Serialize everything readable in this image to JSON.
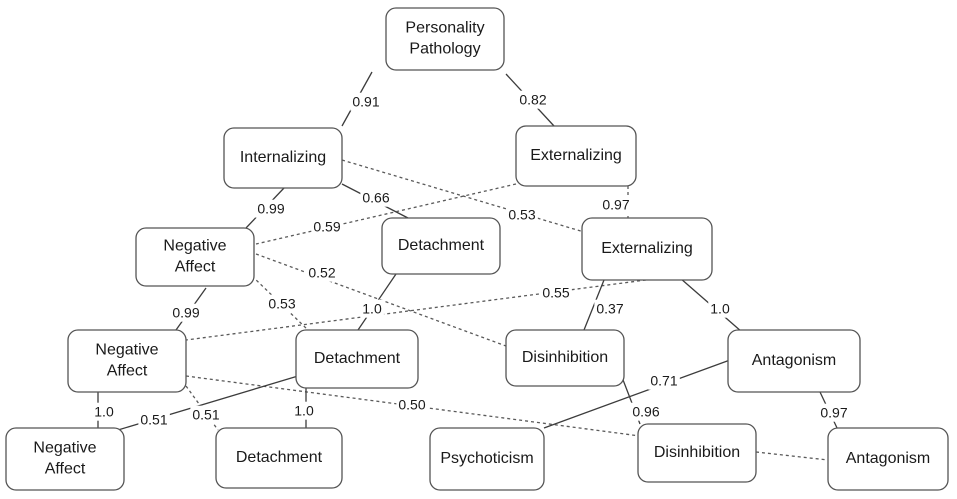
{
  "nodes": [
    {
      "id": "pp",
      "lines": [
        "Personality",
        "Pathology"
      ]
    },
    {
      "id": "int1",
      "lines": [
        "Internalizing"
      ]
    },
    {
      "id": "ext1",
      "lines": [
        "Externalizing"
      ]
    },
    {
      "id": "na2",
      "lines": [
        "Negative",
        "Affect"
      ]
    },
    {
      "id": "det2",
      "lines": [
        "Detachment"
      ]
    },
    {
      "id": "ext2",
      "lines": [
        "Externalizing"
      ]
    },
    {
      "id": "na3",
      "lines": [
        "Negative",
        "Affect"
      ]
    },
    {
      "id": "det3",
      "lines": [
        "Detachment"
      ]
    },
    {
      "id": "dis3",
      "lines": [
        "Disinhibition"
      ]
    },
    {
      "id": "ant3",
      "lines": [
        "Antagonism"
      ]
    },
    {
      "id": "na4",
      "lines": [
        "Negative",
        "Affect"
      ]
    },
    {
      "id": "det4",
      "lines": [
        "Detachment"
      ]
    },
    {
      "id": "psy4",
      "lines": [
        "Psychoticism"
      ]
    },
    {
      "id": "dis4",
      "lines": [
        "Disinhibition"
      ]
    },
    {
      "id": "ant4",
      "lines": [
        "Antagonism"
      ]
    }
  ],
  "edges": [
    {
      "from": "pp",
      "to": "int1",
      "style": "solid",
      "label": "0.91"
    },
    {
      "from": "pp",
      "to": "ext1",
      "style": "solid",
      "label": "0.82"
    },
    {
      "from": "int1",
      "to": "na2",
      "style": "solid",
      "label": "0.99"
    },
    {
      "from": "int1",
      "to": "det2",
      "style": "solid",
      "label": "0.66"
    },
    {
      "from": "int1",
      "to": "ext2",
      "style": "dashed",
      "label": "0.53"
    },
    {
      "from": "ext1",
      "to": "na2",
      "style": "dashed",
      "label": "0.59"
    },
    {
      "from": "ext1",
      "to": "ext2",
      "style": "dashed",
      "label": "0.97"
    },
    {
      "from": "na2",
      "to": "na3",
      "style": "solid",
      "label": "0.99"
    },
    {
      "from": "na2",
      "to": "det3",
      "style": "dashed",
      "label": "0.53"
    },
    {
      "from": "na2",
      "to": "dis3",
      "style": "dashed",
      "label": "0.52"
    },
    {
      "from": "det2",
      "to": "det3",
      "style": "solid",
      "label": "1.0"
    },
    {
      "from": "ext2",
      "to": "na3",
      "style": "dashed",
      "label": "0.55"
    },
    {
      "from": "ext2",
      "to": "dis3",
      "style": "solid",
      "label": "0.37"
    },
    {
      "from": "ext2",
      "to": "ant3",
      "style": "solid",
      "label": "1.0"
    },
    {
      "from": "na3",
      "to": "na4",
      "style": "solid",
      "label": "1.0"
    },
    {
      "from": "na3",
      "to": "det4",
      "style": "dashed",
      "label": "0.51"
    },
    {
      "from": "na3",
      "to": "dis4",
      "style": "dashed",
      "label": "0.50"
    },
    {
      "from": "det3",
      "to": "na4",
      "style": "solid",
      "label": "0.51"
    },
    {
      "from": "det3",
      "to": "det4",
      "style": "solid",
      "label": "1.0"
    },
    {
      "from": "dis3",
      "to": "dis4",
      "style": "solid",
      "label": "0.96"
    },
    {
      "from": "ant3",
      "to": "psy4",
      "style": "solid",
      "label": "0.71"
    },
    {
      "from": "ant3",
      "to": "ant4",
      "style": "solid",
      "label": "0.97"
    },
    {
      "from": "dis4",
      "to": "ant4",
      "style": "dashed",
      "label": ""
    }
  ]
}
